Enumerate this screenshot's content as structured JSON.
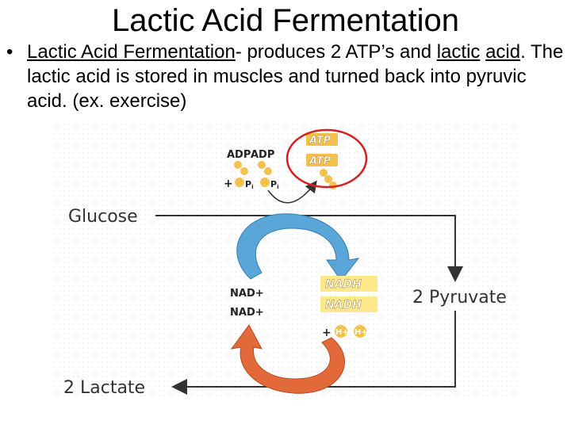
{
  "slide": {
    "title": "Lactic Acid Fermentation",
    "bullet": {
      "term": "Lactic Acid Fermentation",
      "dash": "- produces 2 ATP’s and ",
      "lactic": "lactic",
      "space": " ",
      "acid": "acid",
      "rest": ". The lactic acid is stored in muscles and turned back into pyruvic acid.  (ex. exercise)"
    }
  },
  "diagram": {
    "glucose": "Glucose",
    "pyruvate": "2 Pyruvate",
    "lactate": "2 Lactate",
    "adp_1": "ADP",
    "adp_2": "ADP",
    "plus": "+",
    "pi_1": "P",
    "pi_2": "P",
    "pi_sub": "i",
    "atp_1": "ATP",
    "atp_2": "ATP",
    "nad_1": "NAD+",
    "nad_2": "NAD+",
    "nadh_1": "NADH",
    "nadh_2": "NADH",
    "h_1": "H+",
    "h_2": "H+",
    "colors": {
      "blue_arrow": "#5aa6d8",
      "orange_arrow": "#e2693a",
      "gold": "#f2c14e",
      "highlight": "#ffe88a",
      "circle": "#d42020"
    }
  }
}
